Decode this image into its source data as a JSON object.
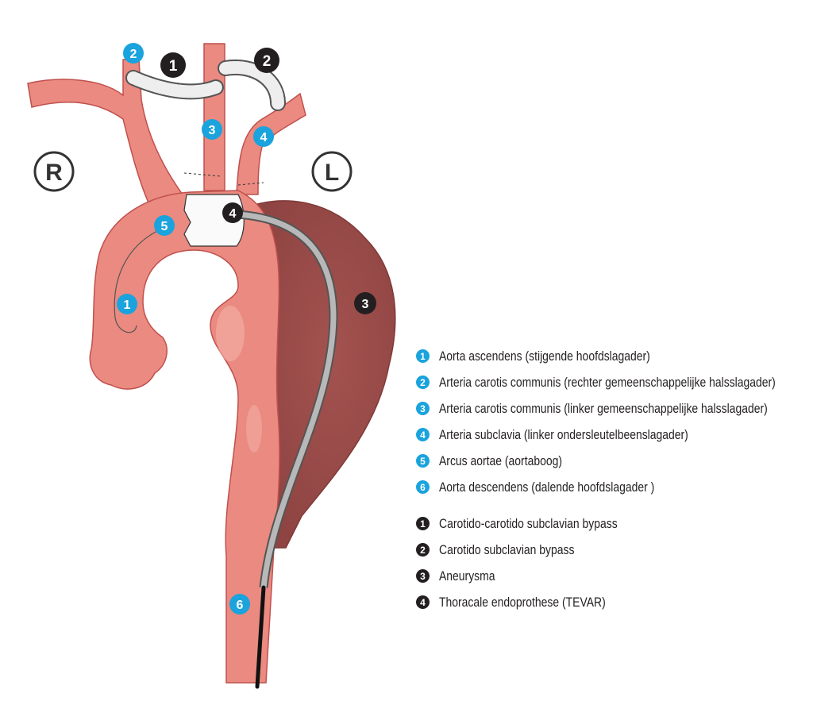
{
  "orientation": {
    "right": "R",
    "left": "L"
  },
  "colors": {
    "vessel": "#ea8a80",
    "vessel_stroke": "#c0504d",
    "aneurysm": "#9c4d4b",
    "blue_badge": "#1aa3dd",
    "black_badge": "#231f20"
  },
  "anatomy_legend": [
    {
      "number": "1",
      "label": "Aorta ascendens (stijgende hoofdslagader)"
    },
    {
      "number": "2",
      "label": "Arteria carotis communis (rechter gemeenschappelijke halsslagader)"
    },
    {
      "number": "3",
      "label": "Arteria carotis communis (linker gemeenschappelijke halsslagader)"
    },
    {
      "number": "4",
      "label": "Arteria subclavia (linker ondersleutelbeenslagader)"
    },
    {
      "number": "5",
      "label": "Arcus aortae (aortaboog)"
    },
    {
      "number": "6",
      "label": "Aorta descendens (dalende hoofdslagader )"
    }
  ],
  "procedure_legend": [
    {
      "number": "1",
      "label": "Carotido-carotido subclavian bypass"
    },
    {
      "number": "2",
      "label": "Carotido subclavian bypass"
    },
    {
      "number": "3",
      "label": "Aneurysma"
    },
    {
      "number": "4",
      "label": "Thoracale endoprothese (TEVAR)"
    }
  ]
}
